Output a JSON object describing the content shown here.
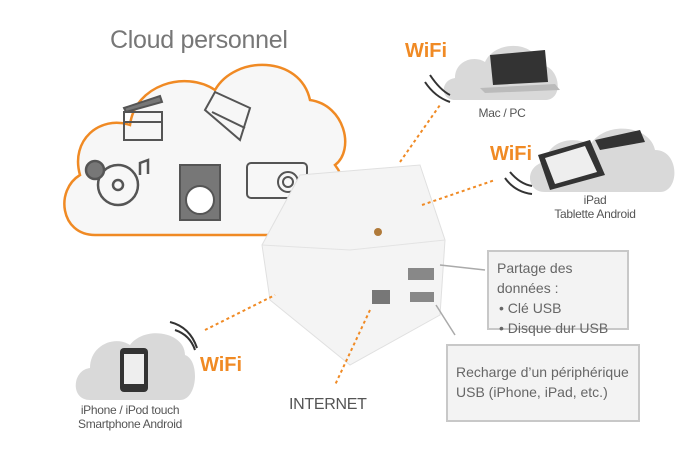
{
  "title": "Cloud personnel",
  "wifi_label": "WiFi",
  "devices": {
    "mac": {
      "label": "Mac / PC"
    },
    "ipad": {
      "line1": "iPad",
      "line2": "Tablette Android"
    },
    "iphone": {
      "line1": "iPhone / iPod touch",
      "line2": "Smartphone Android"
    }
  },
  "internet_label": "INTERNET",
  "sharing_box": {
    "heading": "Partage des données :",
    "items": [
      "• Clé USB",
      "• Disque dur USB"
    ]
  },
  "charging_box": {
    "line1": "Recharge d’un périphérique",
    "line2": "USB (iPhone, iPad, etc.)"
  },
  "colors": {
    "accent": "#f08a24",
    "text": "#666666",
    "cloud_gray": "#d9d9d9"
  },
  "icons": [
    "clapperboard-icon",
    "folder-icon",
    "music-cd-icon",
    "hard-drive-icon",
    "camera-icon",
    "laptop-icon",
    "tablet-icon",
    "smartphone-icon",
    "wifi-waves-icon"
  ]
}
